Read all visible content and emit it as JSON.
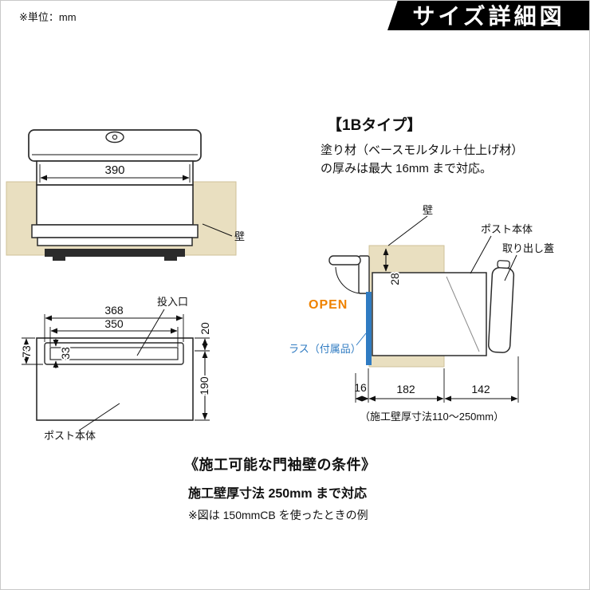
{
  "header": {
    "unit_note": "※単位：mm",
    "title": "サイズ詳細図"
  },
  "front_view": {
    "dim_width": "390",
    "wall_label": "壁"
  },
  "slot_view": {
    "dim_368": "368",
    "dim_350": "350",
    "dim_33": "33",
    "dim_73": "73",
    "dim_20": "20",
    "dim_190": "190",
    "slot_label": "投入口",
    "body_label": "ポスト本体"
  },
  "side_view": {
    "type_heading": "【1Bタイプ】",
    "note_line1": "塗り材（ベースモルタル＋仕上げ材）",
    "note_line2": "の厚みは最大 16mm まで対応。",
    "wall_label": "壁",
    "body_label": "ポスト本体",
    "lid_label": "取り出し蓋",
    "open_label": "OPEN",
    "lath_label": "ラス（付属品）",
    "dim_28": "28",
    "dim_16": "16",
    "dim_182": "182",
    "dim_142": "142",
    "wall_range_note": "（施工壁厚寸法110～250mm）"
  },
  "footer": {
    "title": "《施工可能な門袖壁の条件》",
    "line1": "施工壁厚寸法 250mm まで対応",
    "line2": "※図は 150mmCB を使ったときの例"
  },
  "colors": {
    "wall_fill": "#e9dfc0",
    "accent_orange": "#ef8200",
    "accent_blue": "#2f7bc2",
    "line": "#2b2b2b"
  }
}
